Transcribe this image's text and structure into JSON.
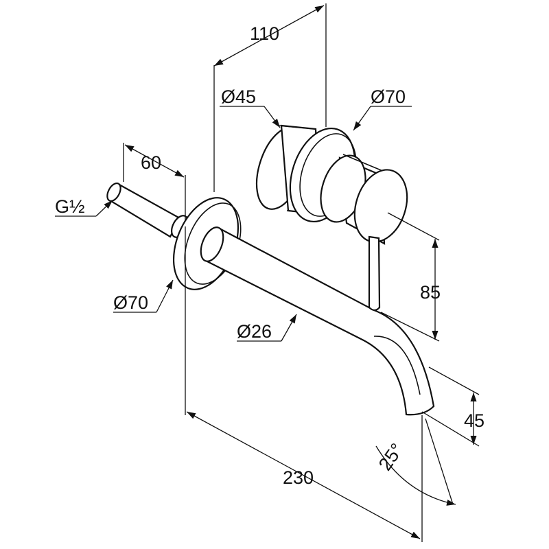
{
  "drawing": {
    "dimensions": {
      "wall_spacing": "110",
      "lever_knob_diameter": "Ø45",
      "right_rosette_diameter": "Ø70",
      "connector_length": "60",
      "thread": "G½",
      "left_rosette_diameter": "Ø70",
      "lever_height": "85",
      "spout_diameter": "Ø26",
      "outlet_height": "45",
      "outlet_angle": "25°",
      "spout_projection": "230"
    },
    "line_color": "#111111"
  }
}
